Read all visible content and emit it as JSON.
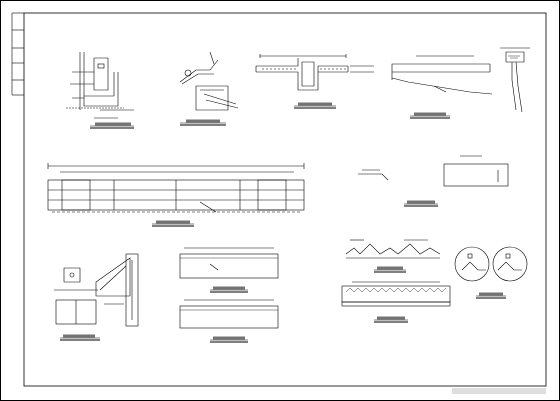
{
  "drawing": {
    "title": "",
    "frame_color": "#000000",
    "line_color": "#000000",
    "background": "#ffffff"
  },
  "details": [
    {
      "id": "detail-1",
      "caption": ""
    },
    {
      "id": "detail-2",
      "caption": ""
    },
    {
      "id": "detail-3",
      "caption": ""
    },
    {
      "id": "detail-4",
      "caption": ""
    },
    {
      "id": "detail-5",
      "caption": ""
    },
    {
      "id": "detail-6",
      "caption": ""
    },
    {
      "id": "detail-7",
      "caption": ""
    },
    {
      "id": "detail-8",
      "caption": ""
    },
    {
      "id": "detail-9",
      "caption": ""
    },
    {
      "id": "detail-10",
      "caption": ""
    },
    {
      "id": "detail-11",
      "caption": ""
    },
    {
      "id": "detail-12",
      "caption": ""
    },
    {
      "id": "detail-13",
      "caption": ""
    }
  ]
}
